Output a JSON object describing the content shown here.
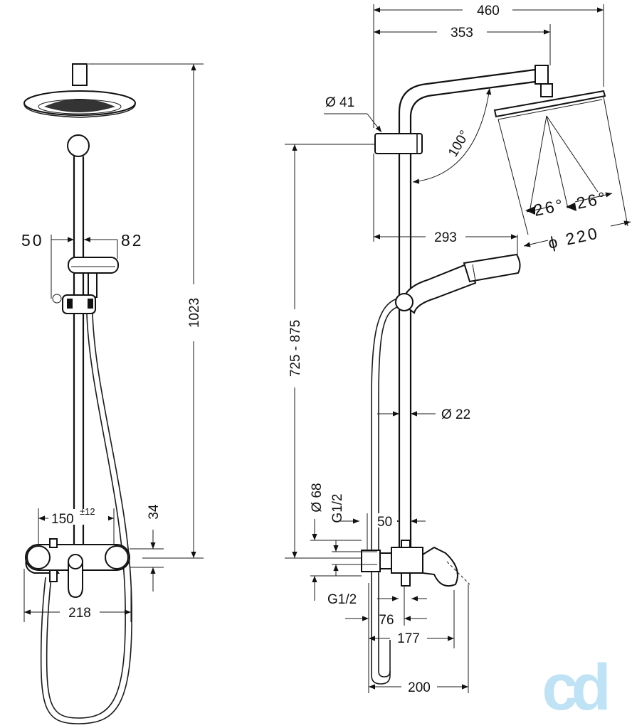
{
  "dimensions": {
    "left_view": {
      "total_height": "1023",
      "arm_left": "50",
      "arm_right": "82",
      "mixer_spacing": "150",
      "mixer_tolerance": "±12",
      "mixer_height": "34",
      "mixer_width": "218"
    },
    "right_view": {
      "overhead_reach": "460",
      "arm_reach": "353",
      "bracket_diameter": "Ø 41",
      "arm_angle": "100°",
      "spray_angle_left": "26°",
      "spray_angle_right": "26°",
      "head_diameter": "ϕ 220",
      "hand_shower_reach": "293",
      "height_range": "725 - 875",
      "pipe_diameter": "Ø 22",
      "inlet_diameter": "Ø 68",
      "thread_top": "G1/2",
      "mixer_offset": "50",
      "thread_bottom": "G1/2",
      "inlet_spacing": "76",
      "lever_depth": "177",
      "total_depth": "200"
    }
  },
  "logo": {
    "text": "cd",
    "color": "#bfe3f5"
  },
  "colors": {
    "line": "#111111"
  }
}
